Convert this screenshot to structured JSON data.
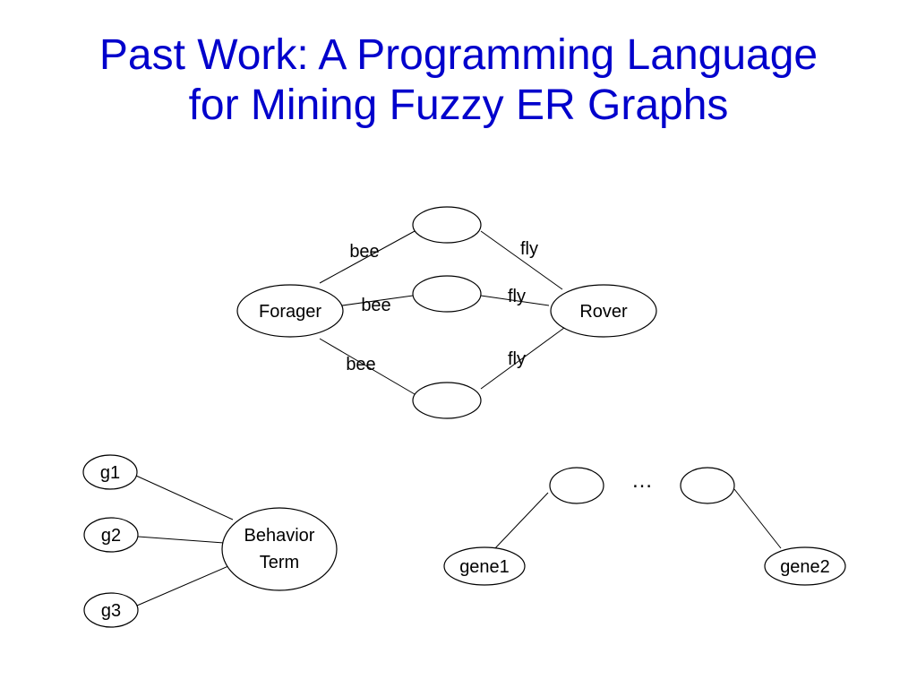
{
  "title": {
    "line1": "Past Work: A Programming Language",
    "line2": "for Mining Fuzzy ER Graphs"
  },
  "graph1": {
    "nodes": {
      "forager": "Forager",
      "rover": "Rover"
    },
    "edge_labels": {
      "bee_top": "bee",
      "bee_mid": "bee",
      "bee_bottom": "bee",
      "fly_top": "fly",
      "fly_mid": "fly",
      "fly_bottom": "fly"
    }
  },
  "graph2": {
    "nodes": {
      "g1": "g1",
      "g2": "g2",
      "g3": "g3",
      "behavior_line1": "Behavior",
      "behavior_line2": "Term"
    }
  },
  "graph3": {
    "nodes": {
      "gene1": "gene1",
      "gene2": "gene2"
    },
    "ellipsis": "…"
  }
}
